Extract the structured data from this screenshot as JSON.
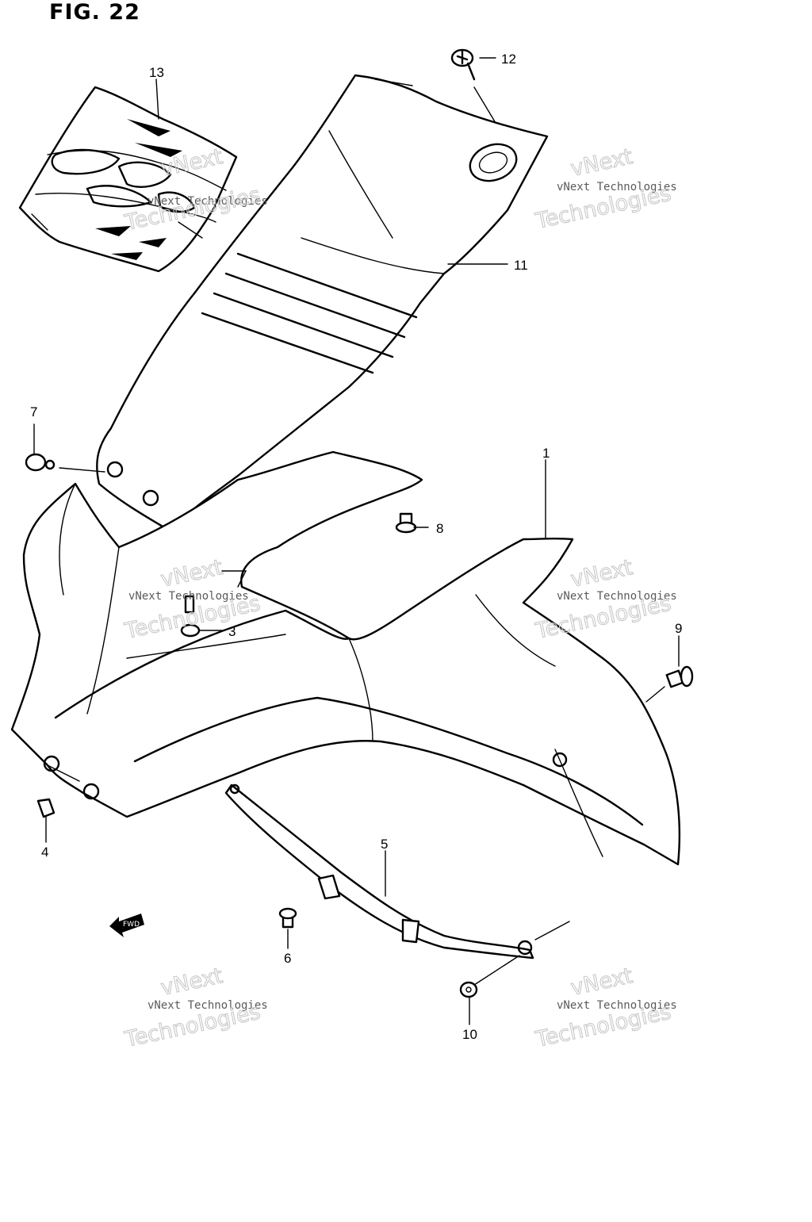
{
  "figure": {
    "title": "FIG. 22",
    "fwd_label": "FWD"
  },
  "callouts": [
    {
      "id": "1",
      "label": "1"
    },
    {
      "id": "3",
      "label": "3"
    },
    {
      "id": "4",
      "label": "4"
    },
    {
      "id": "5",
      "label": "5"
    },
    {
      "id": "6",
      "label": "6"
    },
    {
      "id": "7",
      "label": "7"
    },
    {
      "id": "8",
      "label": "8"
    },
    {
      "id": "9",
      "label": "9"
    },
    {
      "id": "10",
      "label": "10"
    },
    {
      "id": "11",
      "label": "11"
    },
    {
      "id": "12",
      "label": "12"
    },
    {
      "id": "13",
      "label": "13"
    }
  ],
  "watermark": {
    "line1": "vNext",
    "line2": "vNext Technologies",
    "line3": "Technologies"
  }
}
